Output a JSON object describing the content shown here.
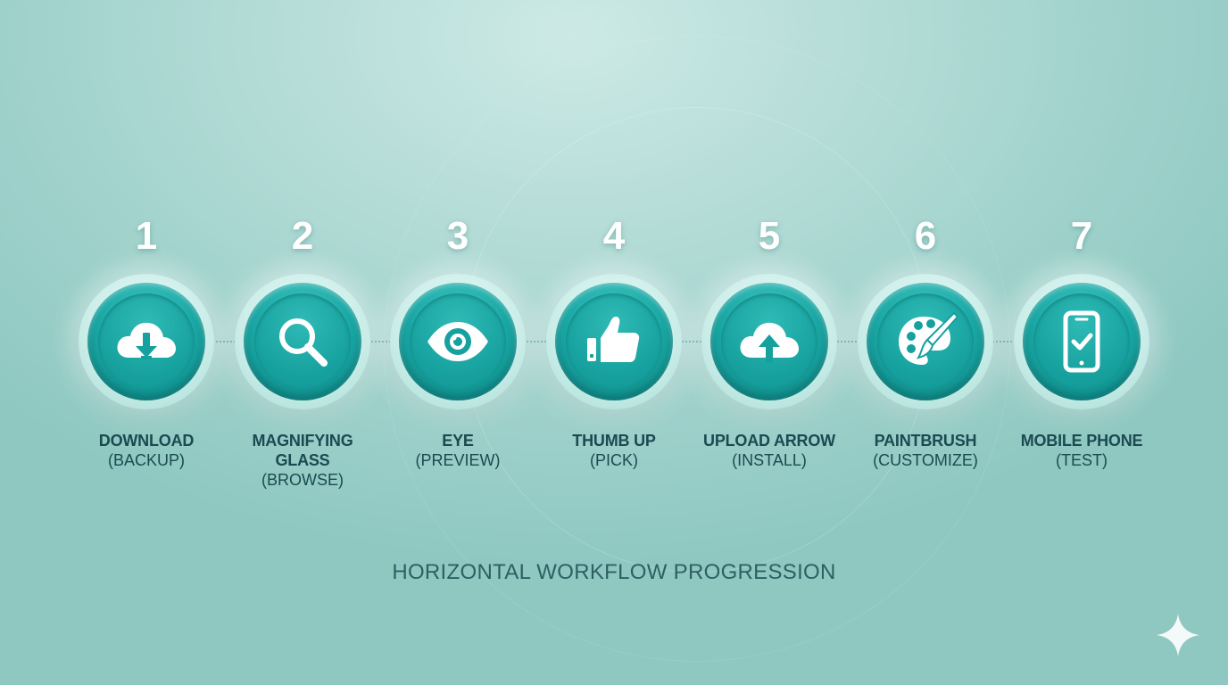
{
  "steps": [
    {
      "number": "1",
      "name": "DOWNLOAD",
      "role": "(BACKUP)",
      "icon": "cloud-download-icon"
    },
    {
      "number": "2",
      "name": "MAGNIFYING GLASS",
      "role": "(BROWSE)",
      "icon": "magnifying-glass-icon"
    },
    {
      "number": "3",
      "name": "EYE",
      "role": "(PREVIEW)",
      "icon": "eye-icon"
    },
    {
      "number": "4",
      "name": "THUMB UP",
      "role": "(PICK)",
      "icon": "thumb-up-icon"
    },
    {
      "number": "5",
      "name": "UPLOAD ARROW",
      "role": "(INSTALL)",
      "icon": "cloud-upload-icon"
    },
    {
      "number": "6",
      "name": "PAINTBRUSH",
      "role": "(CUSTOMIZE)",
      "icon": "palette-paintbrush-icon"
    },
    {
      "number": "7",
      "name": "MOBILE PHONE",
      "role": "(TEST)",
      "icon": "mobile-phone-check-icon"
    }
  ],
  "caption": "HORIZONTAL WORKFLOW PROGRESSION",
  "decoration": {
    "corner_icon": "sparkle-icon"
  },
  "colors": {
    "accent": "#1aa9a6",
    "accent_dark": "#0d8b89",
    "label_text": "#1b4a50",
    "background": "#a8d8d2"
  }
}
